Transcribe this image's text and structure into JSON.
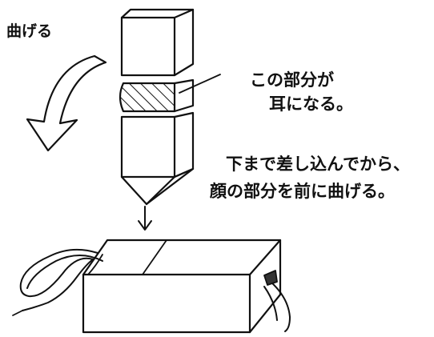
{
  "labels": {
    "bend": "曲げる",
    "ear_line1": "この部分が",
    "ear_line2": "耳になる。",
    "instruction_line1": "下まで差し込んでから、",
    "instruction_line2": "顔の部分を前に曲げる。"
  },
  "colors": {
    "ink": "#111111",
    "background": "#ffffff"
  }
}
